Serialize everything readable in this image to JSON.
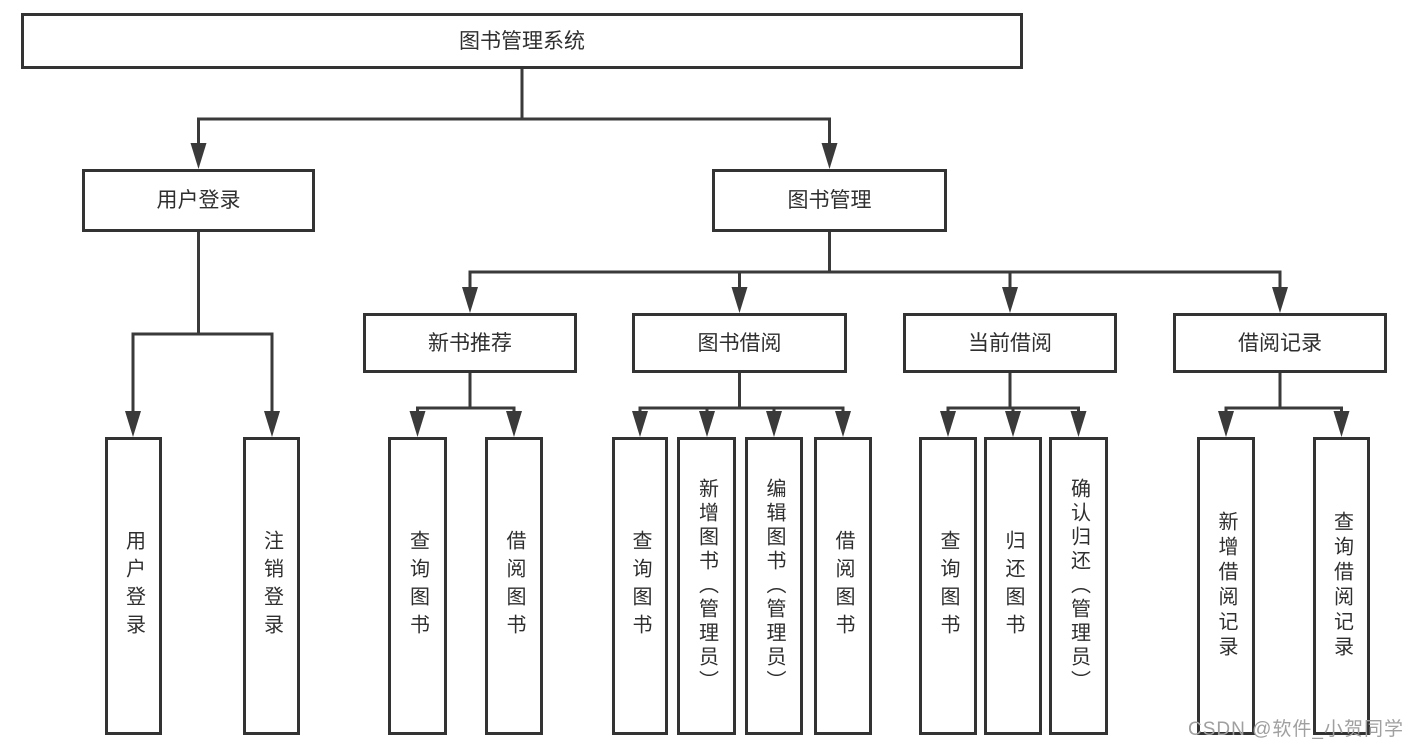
{
  "tree": {
    "label": "图书管理系统",
    "children": [
      {
        "label": "用户登录",
        "children": [
          {
            "label": "用户登录"
          },
          {
            "label": "注销登录"
          }
        ]
      },
      {
        "label": "图书管理",
        "children": [
          {
            "label": "新书推荐",
            "children": [
              {
                "label": "查询图书"
              },
              {
                "label": "借阅图书"
              }
            ]
          },
          {
            "label": "图书借阅",
            "children": [
              {
                "label": "查询图书"
              },
              {
                "label": "新增图书（管理员）"
              },
              {
                "label": "编辑图书（管理员）"
              },
              {
                "label": "借阅图书"
              }
            ]
          },
          {
            "label": "当前借阅",
            "children": [
              {
                "label": "查询图书"
              },
              {
                "label": "归还图书"
              },
              {
                "label": "确认归还（管理员）"
              }
            ]
          },
          {
            "label": "借阅记录",
            "children": [
              {
                "label": "新增借阅记录"
              },
              {
                "label": "查询借阅记录"
              }
            ]
          }
        ]
      }
    ]
  },
  "watermark": "CSDN @软件_小贺同学",
  "colors": {
    "line": "#3a3a3a",
    "border": "#333333",
    "text": "#2f2f2f",
    "watermark_text": "#a0a0a0",
    "background": "#ffffff"
  }
}
